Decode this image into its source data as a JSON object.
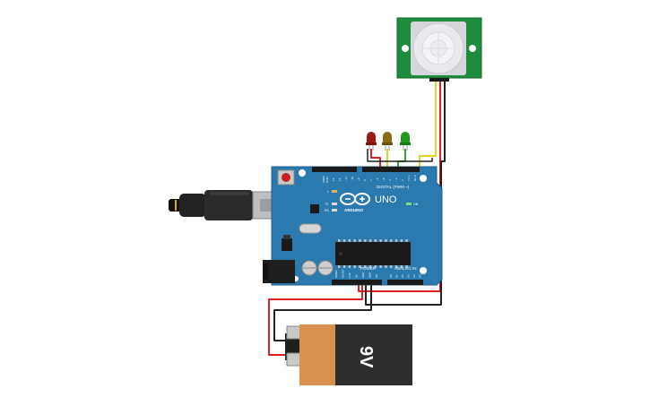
{
  "board": {
    "model_label": "UNO",
    "brand_label": "ARDUINO",
    "digital_label": "DIGITAL (PWM ~)",
    "power_label": "POWER",
    "analog_label": "ANALOG IN",
    "on_label": "ON",
    "tx_label": "TX",
    "rx_label": "RX",
    "l_label": "L",
    "aref_label": "AREF",
    "gnd_label": "GND",
    "digital_pins": [
      "13",
      "12",
      "~11",
      "~10",
      "~9",
      "8",
      "7",
      "~6",
      "~5",
      "4",
      "~3",
      "2",
      "TX 1",
      "RX 0"
    ],
    "power_pins": [
      "IOREF",
      "RESET",
      "3.3V",
      "5V",
      "GND",
      "GND",
      "Vin"
    ],
    "analog_pins": [
      "A0",
      "A1",
      "A2",
      "A3",
      "A4",
      "A5"
    ],
    "color": "#2a7ab0"
  },
  "battery": {
    "label": "9V",
    "body_color": "#2e2e2e",
    "label_color": "#d9914f"
  },
  "sensor": {
    "board_color": "#1d8c3c",
    "dome_color": "#e9e9ee"
  },
  "leds": [
    {
      "color": "#9b1b14"
    },
    {
      "color": "#8a6b12"
    },
    {
      "color": "#1f9a1f"
    }
  ],
  "wires": {
    "red": "#e02020",
    "black": "#222222",
    "yellow": "#e8d020",
    "green": "#2fa82f"
  }
}
